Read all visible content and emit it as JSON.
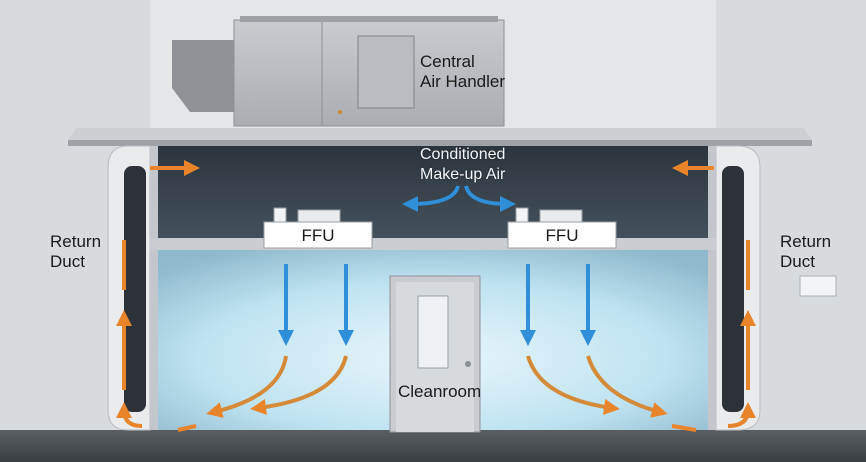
{
  "labels": {
    "air_handler": [
      "Central",
      "Air Handler"
    ],
    "makeup_air": [
      "Conditioned",
      "Make-up Air"
    ],
    "return_left": [
      "Return",
      "Duct"
    ],
    "return_right": [
      "Return",
      "Duct"
    ],
    "ffu_left": "FFU",
    "ffu_right": "FFU",
    "cleanroom": "Cleanroom"
  },
  "colors": {
    "supply_arrow": "#2f8fd8",
    "return_arrow": "#e8852a",
    "plenum": "#3a4550",
    "cleanroom_glow": "#bfe3f2",
    "structure": "#bfc3c7"
  }
}
